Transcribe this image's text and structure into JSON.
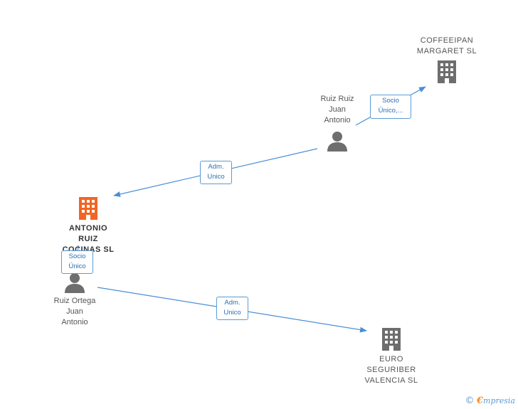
{
  "nodes": {
    "coffeeipan": {
      "label": "COFFEEIPAN\nMARGARET  SL"
    },
    "ruiz_ruiz": {
      "label": "Ruiz Ruiz\nJuan\nAntonio"
    },
    "antonio_ruiz": {
      "label": "ANTONIO\nRUIZ\nCOCINAS SL"
    },
    "ruiz_ortega": {
      "label": "Ruiz Ortega\nJuan\nAntonio"
    },
    "euro_seguriber": {
      "label": "EURO\nSEGURIBER\nVALENCIA SL"
    }
  },
  "edges": {
    "socio_unico_coffee": {
      "label": "Socio\nÚnico,..."
    },
    "adm_unico_antonio": {
      "label": "Adm.\nUnico"
    },
    "socio_unico_antonio": {
      "label": "Socio\nÚnico"
    },
    "adm_unico_euro": {
      "label": "Adm.\nUnico"
    }
  },
  "footer": {
    "copyright": "©",
    "brand_initial": "€",
    "brand_rest": "mpresia"
  },
  "colors": {
    "main_company": "#f26522",
    "company": "#6e6e6e",
    "person": "#6e6e6e",
    "edge": "#4a8fd6"
  }
}
